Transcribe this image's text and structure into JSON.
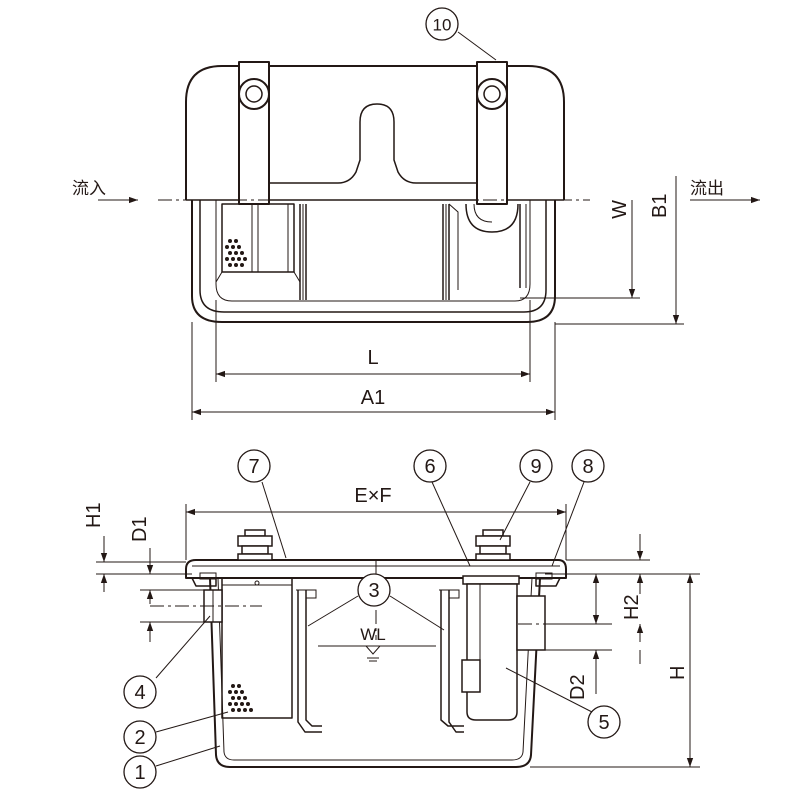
{
  "flow": {
    "inlet": "流入",
    "outlet": "流出"
  },
  "dimensions": {
    "W": "W",
    "B1": "B1",
    "L": "L",
    "A1": "A1",
    "ExF": "E×F",
    "H1": "H1",
    "D1": "D1",
    "H2": "H2",
    "D2": "D2",
    "H": "H",
    "WL": "WL"
  },
  "callouts": {
    "c1": "1",
    "c2": "2",
    "c3": "3",
    "c4": "4",
    "c5": "5",
    "c6": "6",
    "c7": "7",
    "c8": "8",
    "c9": "9",
    "c10": "10"
  },
  "colors": {
    "line": "#231815",
    "background": "#ffffff"
  }
}
